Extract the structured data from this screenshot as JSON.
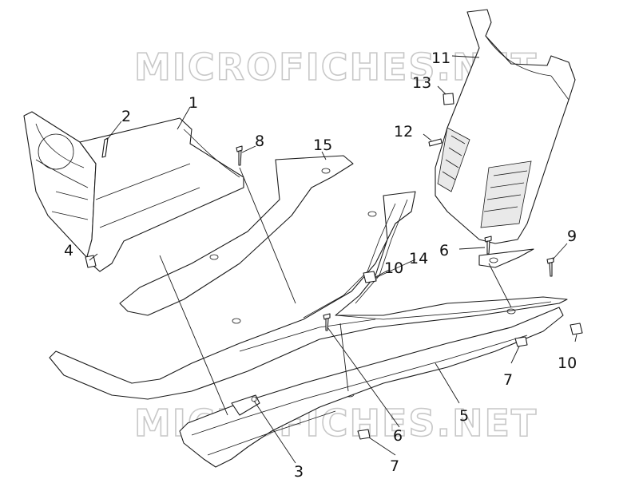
{
  "watermark": {
    "text_top": "MICROFICHES.NET",
    "text_bottom": "MICROFICHES.NET"
  },
  "callouts": [
    {
      "id": "c1",
      "label": "1"
    },
    {
      "id": "c2",
      "label": "2"
    },
    {
      "id": "c3",
      "label": "3"
    },
    {
      "id": "c4",
      "label": "4"
    },
    {
      "id": "c5",
      "label": "5"
    },
    {
      "id": "c6a",
      "label": "6"
    },
    {
      "id": "c6b",
      "label": "6"
    },
    {
      "id": "c7a",
      "label": "7"
    },
    {
      "id": "c7b",
      "label": "7"
    },
    {
      "id": "c8",
      "label": "8"
    },
    {
      "id": "c9",
      "label": "9"
    },
    {
      "id": "c10a",
      "label": "10"
    },
    {
      "id": "c10b",
      "label": "10"
    },
    {
      "id": "c11",
      "label": "11"
    },
    {
      "id": "c12",
      "label": "12"
    },
    {
      "id": "c13",
      "label": "13"
    },
    {
      "id": "c14",
      "label": "14"
    },
    {
      "id": "c15",
      "label": "15"
    }
  ]
}
